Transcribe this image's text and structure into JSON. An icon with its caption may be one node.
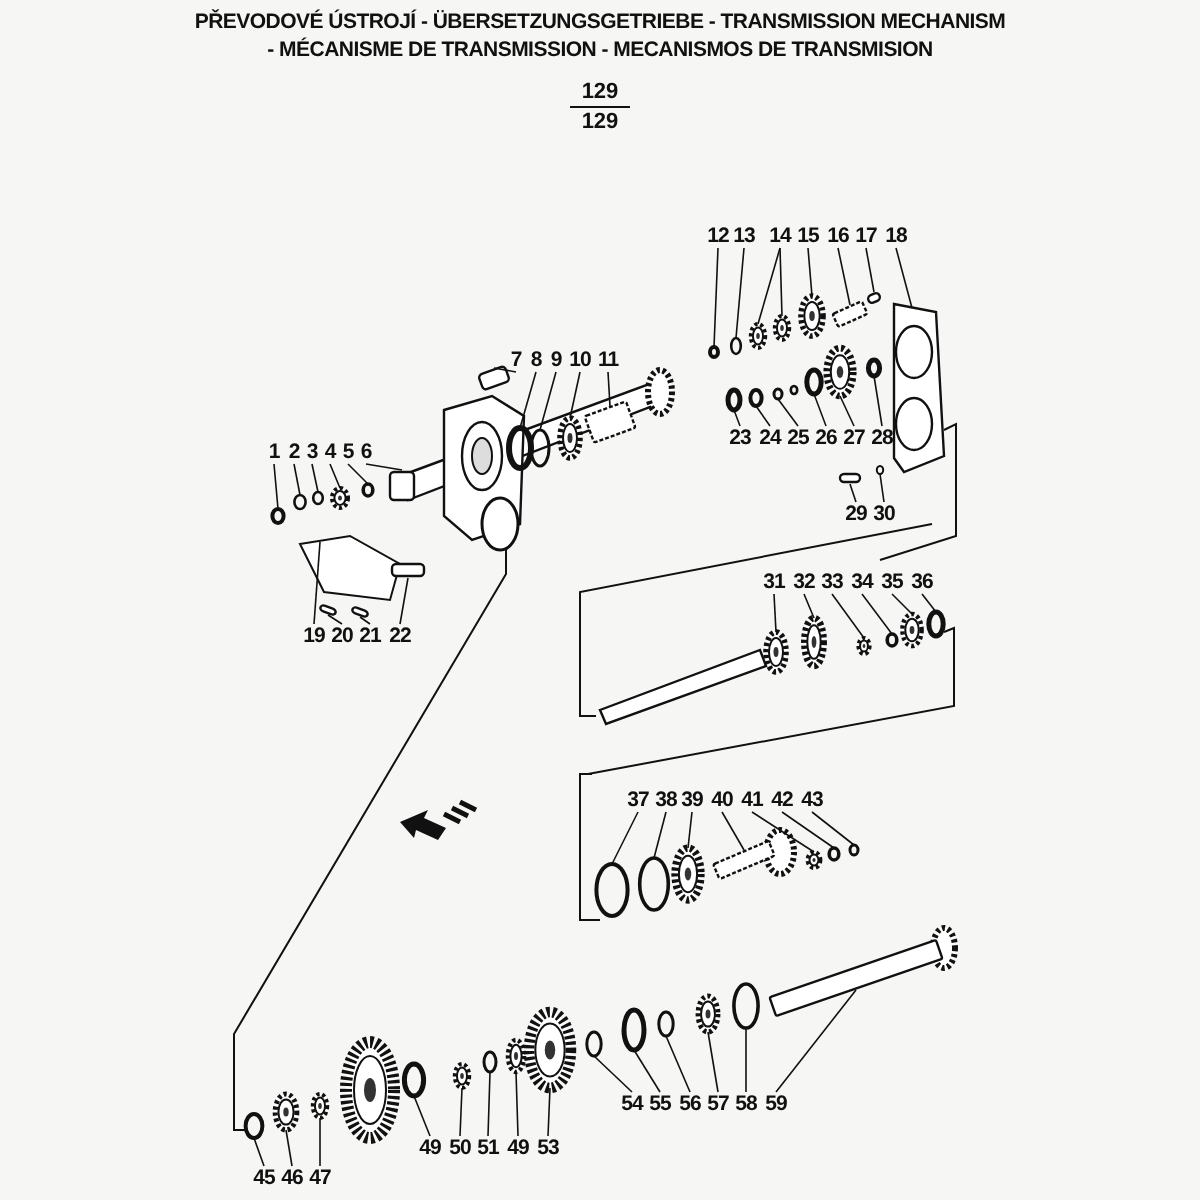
{
  "diagram": {
    "title": "PŘEVODOVÉ ÚSTROJÍ - ÜBERSETZUNGSGETRIEBE - TRANSMISSION MECHANISM - MÉCANISME DE TRANSMISSION - MECANISMOS DE TRANSMISION",
    "labels": [
      "129",
      "129"
    ],
    "nodes": [
      {
        "text": [
          "12"
        ]
      },
      {
        "text": [
          "13"
        ]
      },
      {
        "text": [
          "14"
        ]
      },
      {
        "text": [
          "15"
        ]
      },
      {
        "text": [
          "16"
        ]
      },
      {
        "text": [
          "17"
        ]
      },
      {
        "text": [
          "18"
        ]
      },
      {
        "text": [
          "7"
        ]
      },
      {
        "text": [
          "8"
        ]
      },
      {
        "text": [
          "9"
        ]
      },
      {
        "text": [
          "10"
        ]
      },
      {
        "text": [
          "11"
        ]
      },
      {
        "text": [
          "23"
        ]
      },
      {
        "text": [
          "24"
        ]
      },
      {
        "text": [
          "25"
        ]
      },
      {
        "text": [
          "26"
        ]
      },
      {
        "text": [
          "27"
        ]
      },
      {
        "text": [
          "28"
        ]
      },
      {
        "text": [
          "1"
        ]
      },
      {
        "text": [
          "2"
        ]
      },
      {
        "text": [
          "3"
        ]
      },
      {
        "text": [
          "4"
        ]
      },
      {
        "text": [
          "5"
        ]
      },
      {
        "text": [
          "6"
        ]
      },
      {
        "text": [
          "29"
        ]
      },
      {
        "text": [
          "30"
        ]
      },
      {
        "text": [
          "31"
        ]
      },
      {
        "text": [
          "32"
        ]
      },
      {
        "text": [
          "33"
        ]
      },
      {
        "text": [
          "34"
        ]
      },
      {
        "text": [
          "35"
        ]
      },
      {
        "text": [
          "36"
        ]
      },
      {
        "text": [
          "19"
        ]
      },
      {
        "text": [
          "20"
        ]
      },
      {
        "text": [
          "21"
        ]
      },
      {
        "text": [
          "22"
        ]
      },
      {
        "text": [
          "37"
        ]
      },
      {
        "text": [
          "38"
        ]
      },
      {
        "text": [
          "39"
        ]
      },
      {
        "text": [
          "40"
        ]
      },
      {
        "text": [
          "41"
        ]
      },
      {
        "text": [
          "42"
        ]
      },
      {
        "text": [
          "43"
        ]
      },
      {
        "text": [
          "54"
        ]
      },
      {
        "text": [
          "55"
        ]
      },
      {
        "text": [
          "56"
        ]
      },
      {
        "text": [
          "57"
        ]
      },
      {
        "text": [
          "58"
        ]
      },
      {
        "text": [
          "59"
        ]
      },
      {
        "text": [
          "49"
        ]
      },
      {
        "text": [
          "50"
        ]
      },
      {
        "text": [
          "51"
        ]
      },
      {
        "text": [
          "49"
        ]
      },
      {
        "text": [
          "53"
        ]
      },
      {
        "text": [
          "45"
        ]
      },
      {
        "text": [
          "46"
        ]
      },
      {
        "text": [
          "47"
        ]
      },
      {
        "text": [],
        "shape": "ring"
      },
      {
        "text": [],
        "shape": "ring"
      },
      {
        "text": [],
        "shape": "gear"
      },
      {
        "text": [],
        "shape": "gear"
      },
      {
        "text": [],
        "shape": "shaft"
      },
      {
        "text": [],
        "shape": "pin"
      },
      {
        "text": [],
        "shape": "plate"
      },
      {
        "text": [],
        "shape": "breather"
      },
      {
        "text": [],
        "shape": "ring"
      },
      {
        "text": [],
        "shape": "ring"
      },
      {
        "text": [],
        "shape": "gear"
      },
      {
        "text": [],
        "shape": "shaft"
      },
      {
        "text": [],
        "shape": "ring"
      },
      {
        "text": [],
        "shape": "ring"
      },
      {
        "text": [],
        "shape": "ring"
      },
      {
        "text": [],
        "shape": "ring"
      },
      {
        "text": [],
        "shape": "gear"
      },
      {
        "text": [],
        "shape": "ring"
      },
      {
        "text": [],
        "shape": "ring"
      },
      {
        "text": [],
        "shape": "ring"
      },
      {
        "text": [],
        "shape": "ring"
      },
      {
        "text": [],
        "shape": "gear"
      },
      {
        "text": [],
        "shape": "ring"
      },
      {
        "text": [],
        "shape": "bushing"
      },
      {
        "text": [],
        "shape": "bolt"
      },
      {
        "text": [],
        "shape": "ring"
      },
      {
        "text": [],
        "shape": "gear"
      },
      {
        "text": [],
        "shape": "gear"
      },
      {
        "text": [],
        "shape": "gear"
      },
      {
        "text": [],
        "shape": "ring"
      },
      {
        "text": [],
        "shape": "gear"
      },
      {
        "text": [],
        "shape": "ring"
      },
      {
        "text": [],
        "shape": "cover"
      },
      {
        "text": [],
        "shape": "bolt"
      },
      {
        "text": [],
        "shape": "bolt"
      },
      {
        "text": [],
        "shape": "bushing"
      },
      {
        "text": [],
        "shape": "ring"
      },
      {
        "text": [],
        "shape": "ring"
      },
      {
        "text": [],
        "shape": "gear"
      },
      {
        "text": [],
        "shape": "shaft"
      },
      {
        "text": [],
        "shape": "gear"
      },
      {
        "text": [],
        "shape": "ring"
      },
      {
        "text": [],
        "shape": "ring"
      },
      {
        "text": [],
        "shape": "ring"
      },
      {
        "text": [],
        "shape": "ring"
      },
      {
        "text": [],
        "shape": "ring"
      },
      {
        "text": [],
        "shape": "gear"
      },
      {
        "text": [],
        "shape": "ring"
      },
      {
        "text": [],
        "shape": "shaft"
      },
      {
        "text": [],
        "shape": "ring"
      },
      {
        "text": [],
        "shape": "gear"
      },
      {
        "text": [],
        "shape": "ring"
      },
      {
        "text": [],
        "shape": "gear"
      },
      {
        "text": [],
        "shape": "gear"
      },
      {
        "text": [],
        "shape": "ring"
      },
      {
        "text": [],
        "shape": "gear"
      },
      {
        "text": [],
        "shape": "gear"
      },
      {
        "text": [],
        "shape": "gear"
      }
    ],
    "edges": [
      {
        "from": 0,
        "to": 57,
        "arrow": "none"
      },
      {
        "from": 1,
        "to": 58,
        "arrow": "none"
      },
      {
        "from": 2,
        "to": 59,
        "arrow": "none"
      },
      {
        "from": 3,
        "to": 60,
        "arrow": "none"
      },
      {
        "from": 4,
        "to": 61,
        "arrow": "none"
      },
      {
        "from": 5,
        "to": 62,
        "arrow": "none"
      },
      {
        "from": 6,
        "to": 63,
        "arrow": "none"
      },
      {
        "from": 7,
        "to": 64,
        "arrow": "none"
      },
      {
        "from": 8,
        "to": 65,
        "arrow": "none"
      },
      {
        "from": 9,
        "to": 66,
        "arrow": "none"
      },
      {
        "from": 10,
        "to": 67,
        "arrow": "none"
      },
      {
        "from": 11,
        "to": 68,
        "arrow": "none"
      },
      {
        "from": 12,
        "to": 69,
        "arrow": "none"
      },
      {
        "from": 13,
        "to": 70,
        "arrow": "none"
      },
      {
        "from": 14,
        "to": 71,
        "arrow": "none"
      },
      {
        "from": 15,
        "to": 72,
        "arrow": "none"
      },
      {
        "from": 16,
        "to": 73,
        "arrow": "none"
      },
      {
        "from": 17,
        "to": 74,
        "arrow": "none"
      },
      {
        "from": 18,
        "to": 75,
        "arrow": "none"
      },
      {
        "from": 19,
        "to": 76,
        "arrow": "none"
      },
      {
        "from": 20,
        "to": 77,
        "arrow": "none"
      },
      {
        "from": 21,
        "to": 78,
        "arrow": "none"
      },
      {
        "from": 22,
        "to": 79,
        "arrow": "none"
      },
      {
        "from": 23,
        "to": 80,
        "arrow": "none"
      },
      {
        "from": 24,
        "to": 81,
        "arrow": "none"
      },
      {
        "from": 25,
        "to": 82,
        "arrow": "none"
      },
      {
        "from": 26,
        "to": 83,
        "arrow": "none"
      },
      {
        "from": 27,
        "to": 84,
        "arrow": "none"
      },
      {
        "from": 28,
        "to": 85,
        "arrow": "none"
      },
      {
        "from": 29,
        "to": 86,
        "arrow": "none"
      },
      {
        "from": 30,
        "to": 87,
        "arrow": "none"
      },
      {
        "from": 31,
        "to": 88,
        "arrow": "none"
      },
      {
        "from": 32,
        "to": 89,
        "arrow": "none"
      },
      {
        "from": 33,
        "to": 90,
        "arrow": "none"
      },
      {
        "from": 34,
        "to": 91,
        "arrow": "none"
      },
      {
        "from": 35,
        "to": 92,
        "arrow": "none"
      },
      {
        "from": 36,
        "to": 93,
        "arrow": "none"
      },
      {
        "from": 37,
        "to": 94,
        "arrow": "none"
      },
      {
        "from": 38,
        "to": 95,
        "arrow": "none"
      },
      {
        "from": 39,
        "to": 96,
        "arrow": "none"
      },
      {
        "from": 40,
        "to": 97,
        "arrow": "none"
      },
      {
        "from": 41,
        "to": 98,
        "arrow": "none"
      },
      {
        "from": 42,
        "to": 99,
        "arrow": "none"
      },
      {
        "from": 43,
        "to": 100,
        "arrow": "none"
      },
      {
        "from": 44,
        "to": 101,
        "arrow": "none"
      },
      {
        "from": 45,
        "to": 102,
        "arrow": "none"
      },
      {
        "from": 46,
        "to": 103,
        "arrow": "none"
      },
      {
        "from": 47,
        "to": 104,
        "arrow": "none"
      },
      {
        "from": 48,
        "to": 105,
        "arrow": "none"
      },
      {
        "from": 49,
        "to": 106,
        "arrow": "none"
      },
      {
        "from": 50,
        "to": 107,
        "arrow": "none"
      },
      {
        "from": 51,
        "to": 108,
        "arrow": "none"
      },
      {
        "from": 52,
        "to": 109,
        "arrow": "none"
      },
      {
        "from": 53,
        "to": 110,
        "arrow": "none"
      },
      {
        "from": 54,
        "to": 111,
        "arrow": "none"
      },
      {
        "from": 55,
        "to": 112,
        "arrow": "none"
      },
      {
        "from": 56,
        "to": 113,
        "arrow": "none"
      },
      {
        "from": 2,
        "to": 114,
        "arrow": "none"
      }
    ]
  }
}
